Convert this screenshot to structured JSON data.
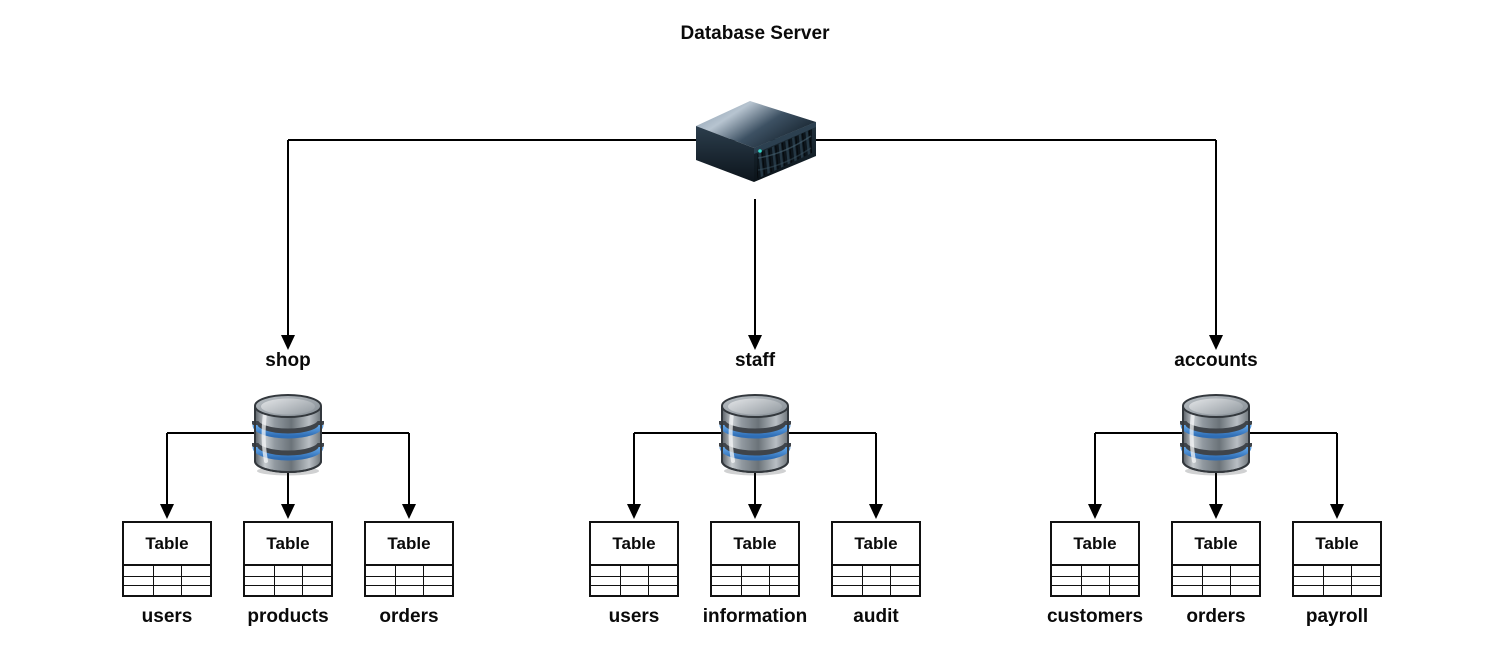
{
  "diagram": {
    "server": {
      "title": "Database Server",
      "icon": "server-rack-icon"
    },
    "table_box_label": "Table",
    "databases": [
      {
        "name": "shop",
        "icon": "database-cylinder-icon",
        "tables": [
          "users",
          "products",
          "orders"
        ]
      },
      {
        "name": "staff",
        "icon": "database-cylinder-icon",
        "tables": [
          "users",
          "information",
          "audit"
        ]
      },
      {
        "name": "accounts",
        "icon": "database-cylinder-icon",
        "tables": [
          "customers",
          "orders",
          "payroll"
        ]
      }
    ],
    "colors": {
      "background": "#ffffff",
      "line": "#000000",
      "text": "#0a0a0a",
      "db_band_blue": "#4f97e0",
      "db_body_gray": "#9199a0",
      "server_navy": "#1c2a36"
    }
  }
}
